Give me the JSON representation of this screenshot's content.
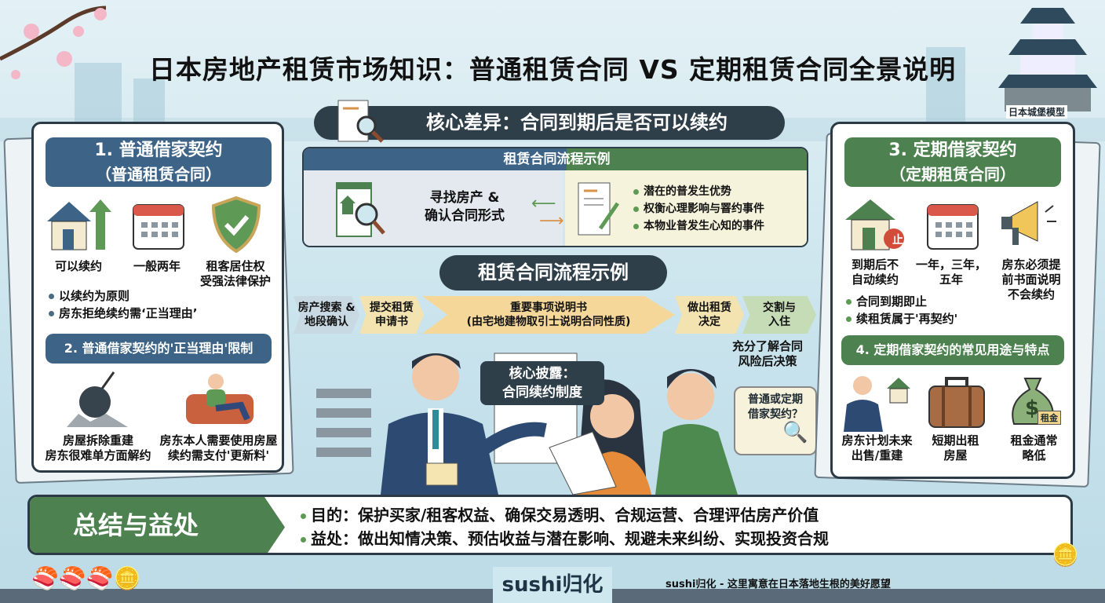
{
  "title": "日本房地产租赁市场知识：普通租赁合同 VS 定期租赁合同全景说明",
  "castle_label": "日本城堡模型",
  "core": {
    "label": "核心差异：合同到期后是否可以续约"
  },
  "flow_box": {
    "header": "租赁合同流程示例",
    "left_text": [
      "寻找房产 &",
      "确认合同形式"
    ],
    "bullets": [
      "潜在的普发生优势",
      "权衡心理影响与罯约事件",
      "本物业普发生心知的事件"
    ]
  },
  "process": {
    "title": "租赁合同流程示例",
    "steps": [
      {
        "line1": "房产搜索 &",
        "line2": "地段确认",
        "color": "#c9d9e3"
      },
      {
        "line1": "提交租赁",
        "line2": "申请书",
        "color": "#f2e3b0"
      },
      {
        "line1": "重要事项说明书",
        "line2": "(由宅地建物取引士说明合同性质)",
        "color": "#f5d79a"
      },
      {
        "line1": "做出租赁",
        "line2": "决定",
        "color": "#f2e3b0"
      },
      {
        "line1": "交割与",
        "line2": "入住",
        "color": "#c6dcb6"
      }
    ],
    "note": [
      "充分了解合同",
      "风险后决策"
    ]
  },
  "bubbles": {
    "agent": [
      "核心披露：",
      "合同续约制度"
    ],
    "couple": [
      "普通或定期",
      "借家契约？"
    ]
  },
  "left": {
    "header1": [
      "1. 普通借家契约",
      "（普通租赁合同）"
    ],
    "icons": [
      {
        "icon": "house-arrow-icon",
        "label": [
          "可以续约"
        ]
      },
      {
        "icon": "calendar-icon",
        "label": [
          "一般两年"
        ]
      },
      {
        "icon": "shield-check-icon",
        "label": [
          "租客居住权",
          "受强法律保护"
        ]
      }
    ],
    "bullets": [
      "以续约为原则",
      "房东拒绝续约需‘正当理由’"
    ],
    "header2": "2. 普通借家契约的'正当理由'限制",
    "items": [
      {
        "icon": "wrecking-ball-icon",
        "label": [
          "房屋拆除重建",
          "房东很难单方面解约"
        ]
      },
      {
        "icon": "sofa-person-icon",
        "label": [
          "房东本人需要使用房屋",
          "续约需支付'更新料'"
        ]
      }
    ]
  },
  "right": {
    "header3": [
      "3. 定期借家契约",
      "（定期租赁合同）"
    ],
    "icons": [
      {
        "icon": "house-stop-icon",
        "label": [
          "到期后不",
          "自动续约"
        ],
        "badge": "止"
      },
      {
        "icon": "calendar-icon",
        "label": [
          "一年，三年，",
          "五年"
        ]
      },
      {
        "icon": "megaphone-icon",
        "label": [
          "房东必须提",
          "前书面说明",
          "不会续约"
        ]
      }
    ],
    "bullets": [
      "合同到期即止",
      "续租赁属于'再契约'"
    ],
    "header4": "4. 定期借家契约的常见用途与特点",
    "items": [
      {
        "icon": "landlord-house-icon",
        "label": [
          "房东计划未来",
          "出售/重建"
        ]
      },
      {
        "icon": "suitcase-icon",
        "label": [
          "短期出租",
          "房屋"
        ]
      },
      {
        "icon": "money-bag-icon",
        "label": [
          "租金通常",
          "略低"
        ],
        "tag": "租金"
      }
    ]
  },
  "summary": {
    "label": "总结与益处",
    "lines": [
      "目的：保护买家/租客权益、确保交易透明、合规运营、合理评估房产价值",
      "益处：做出知情决策、预估收益与潜在影响、规避未来纠纷、实现投资合规"
    ]
  },
  "footer": {
    "brand": "sushi归化",
    "tagline": "sushi归化 - 这里寓意在日本落地生根的美好愿望"
  },
  "colors": {
    "blue": "#3d6487",
    "green": "#4d8250",
    "dark": "#2f3f49"
  }
}
